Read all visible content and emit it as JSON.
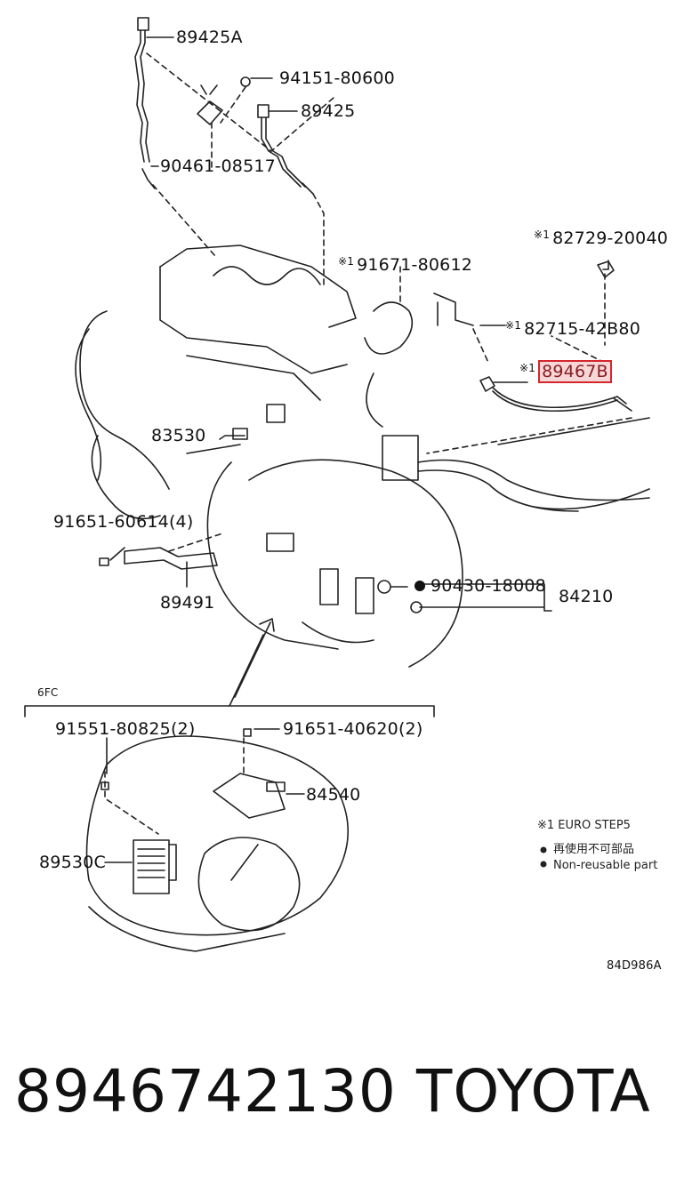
{
  "labels": {
    "p89425A": "89425A",
    "p94151": "94151-80600",
    "p89425": "89425",
    "p90461": "90461-08517",
    "p82729": "82729-20040",
    "p91671": "91671-80612",
    "p82715": "82715-42B80",
    "p89467": "89467B",
    "p83530": "83530",
    "p91651_60614": "91651-60614(4)",
    "p89491": "89491",
    "p90430": "90430-18008",
    "p84210": "84210",
    "p91551": "91551-80825(2)",
    "p91651_40620": "91651-40620(2)",
    "p84540": "84540",
    "p89530C": "89530C"
  },
  "note_mark": "※1",
  "section_label": "6FC",
  "legend": {
    "euro": "※1 EURO STEP5",
    "reuse_cn": "再使用不可部品",
    "reuse_en": "Non-reusable part"
  },
  "diagram_code": "84D986A",
  "footer": {
    "part_number": "8946742130",
    "brand": "TOYOTA"
  },
  "colors": {
    "highlight_border": "#d4262c",
    "highlight_fill": "#f6d7d8",
    "line": "#222222"
  }
}
